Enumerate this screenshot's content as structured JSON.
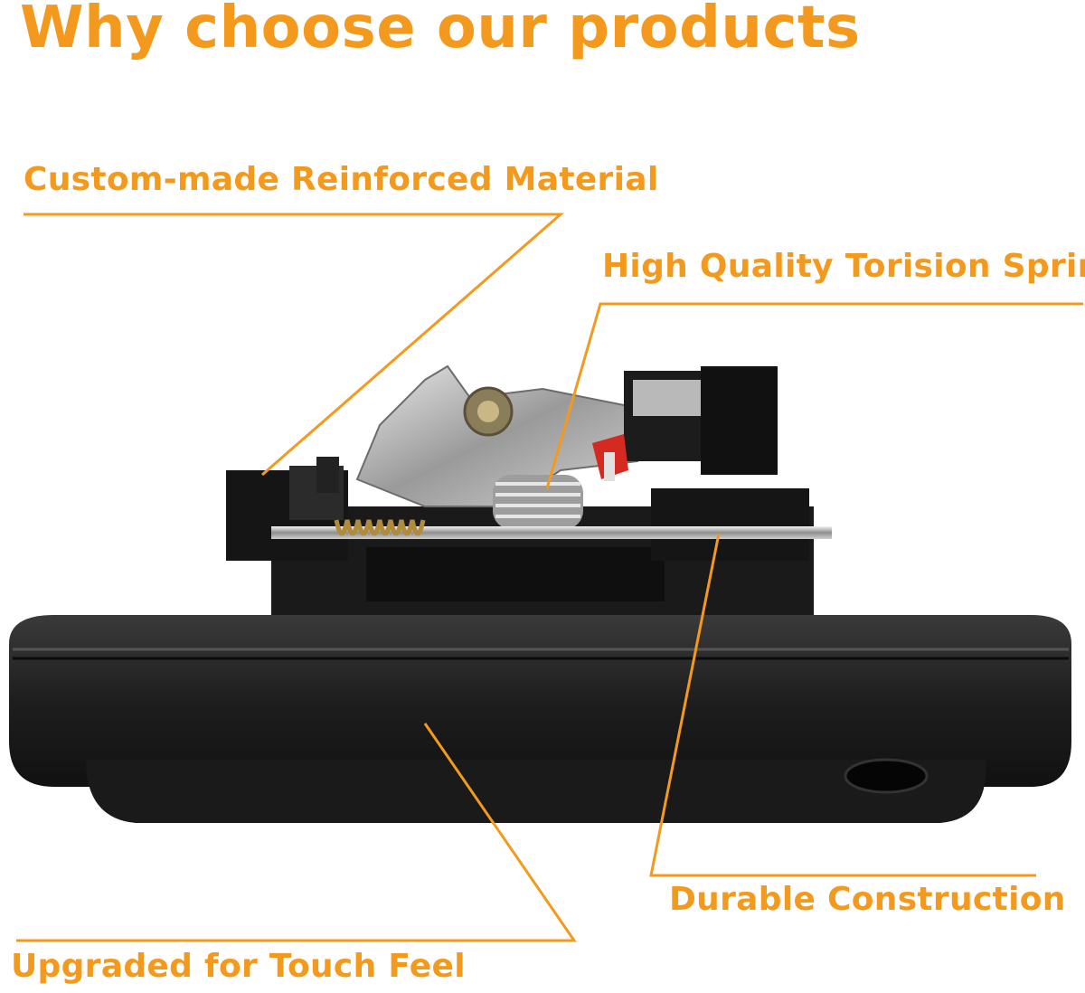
{
  "headline": "Why choose our products",
  "accent_color": "#f39a1e",
  "callouts": {
    "reinforced": "Custom-made Reinforced Material",
    "spring": "High Quality Torision Spring",
    "durable": "Durable Construction",
    "touch": "Upgraded for Touch Feel"
  },
  "product_icon": "tailgate-handle-image"
}
